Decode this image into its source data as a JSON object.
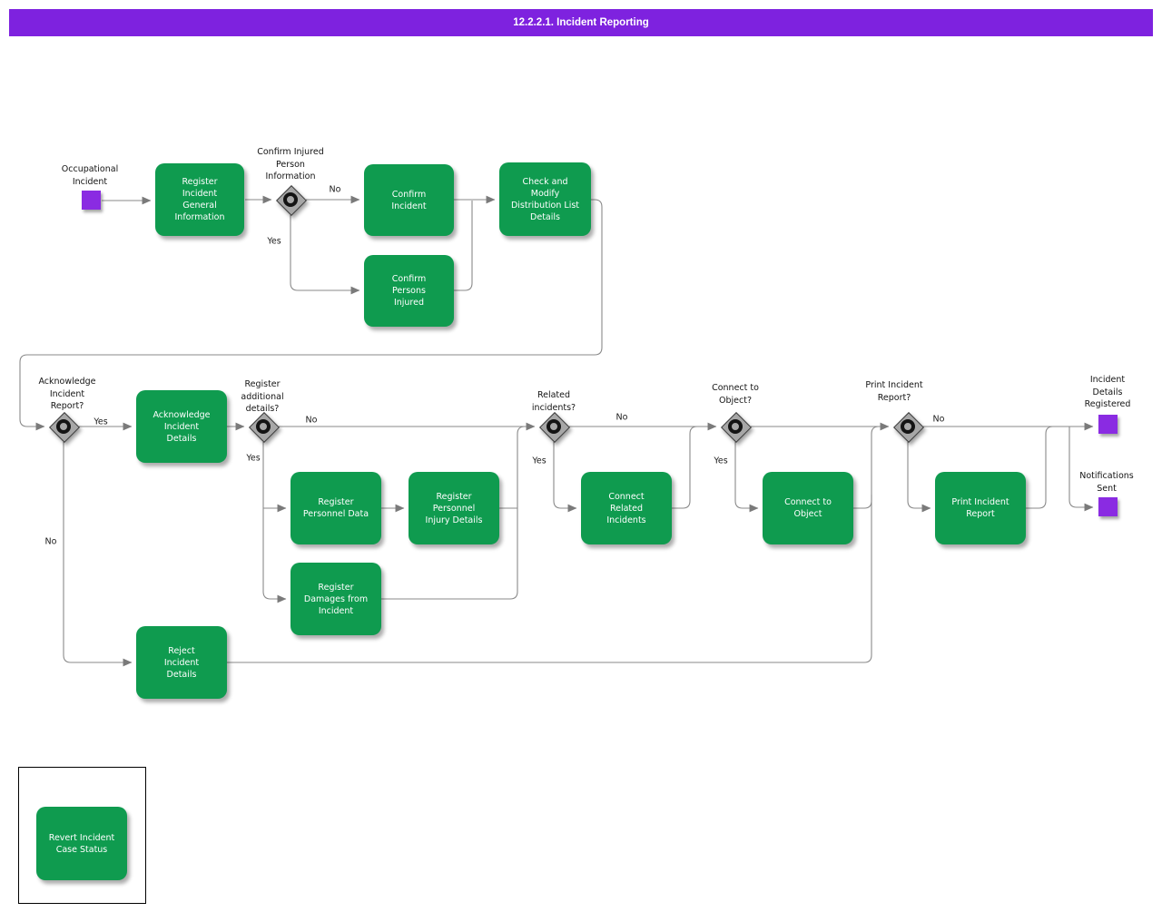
{
  "title_bar": {
    "text": "12.2.2.1. Incident Reporting"
  },
  "colors": {
    "title_bar": "#7E22DF",
    "activity_green": "#0F9B4F",
    "event_purple": "#8A2BE2",
    "gateway_gray": "#A7A7A7",
    "connector_gray": "#8a8a8a"
  },
  "activities": [
    {
      "id": "register-incident-general-information",
      "label": "Register\nIncident\nGeneral\nInformation"
    },
    {
      "id": "confirm-incident",
      "label": "Confirm\nIncident"
    },
    {
      "id": "confirm-persons-injured",
      "label": "Confirm\nPersons\nInjured"
    },
    {
      "id": "check-and-modify-distribution-list-details",
      "label": "Check and\nModify\nDistribution List\nDetails"
    },
    {
      "id": "acknowledge-incident-details",
      "label": "Acknowledge\nIncident\nDetails"
    },
    {
      "id": "register-personnel-data",
      "label": "Register\nPersonnel Data"
    },
    {
      "id": "register-personnel-injury-details",
      "label": "Register\nPersonnel\nInjury Details"
    },
    {
      "id": "register-damages-from-incident",
      "label": "Register\nDamages from\nIncident"
    },
    {
      "id": "connect-related-incidents",
      "label": "Connect\nRelated\nIncidents"
    },
    {
      "id": "connect-to-object",
      "label": "Connect to\nObject"
    },
    {
      "id": "print-incident-report",
      "label": "Print Incident\nReport"
    },
    {
      "id": "reject-incident-details",
      "label": "Reject\nIncident\nDetails"
    },
    {
      "id": "revert-incident-case-status",
      "label": "Revert Incident\nCase Status"
    }
  ],
  "gateways": [
    {
      "id": "confirm-injured-person-information",
      "label": "Confirm Injured\nPerson\nInformation"
    },
    {
      "id": "acknowledge-incident-report",
      "label": "Acknowledge\nIncident\nReport?"
    },
    {
      "id": "register-additional-details",
      "label": "Register\nadditional\ndetails?"
    },
    {
      "id": "related-incidents",
      "label": "Related\nincidents?"
    },
    {
      "id": "connect-to-object-q",
      "label": "Connect to\nObject?"
    },
    {
      "id": "print-incident-report-q",
      "label": "Print Incident\nReport?"
    }
  ],
  "events": [
    {
      "id": "occupational-incident",
      "label": "Occupational\nIncident"
    },
    {
      "id": "incident-details-registered",
      "label": "Incident\nDetails\nRegistered"
    },
    {
      "id": "notifications-sent",
      "label": "Notifications\nSent"
    }
  ],
  "edge_labels": [
    {
      "text": "No"
    },
    {
      "text": "Yes"
    },
    {
      "text": "Yes"
    },
    {
      "text": "No"
    },
    {
      "text": "No"
    },
    {
      "text": "Yes"
    },
    {
      "text": "No"
    },
    {
      "text": "Yes"
    },
    {
      "text": "Yes"
    },
    {
      "text": "No"
    }
  ]
}
